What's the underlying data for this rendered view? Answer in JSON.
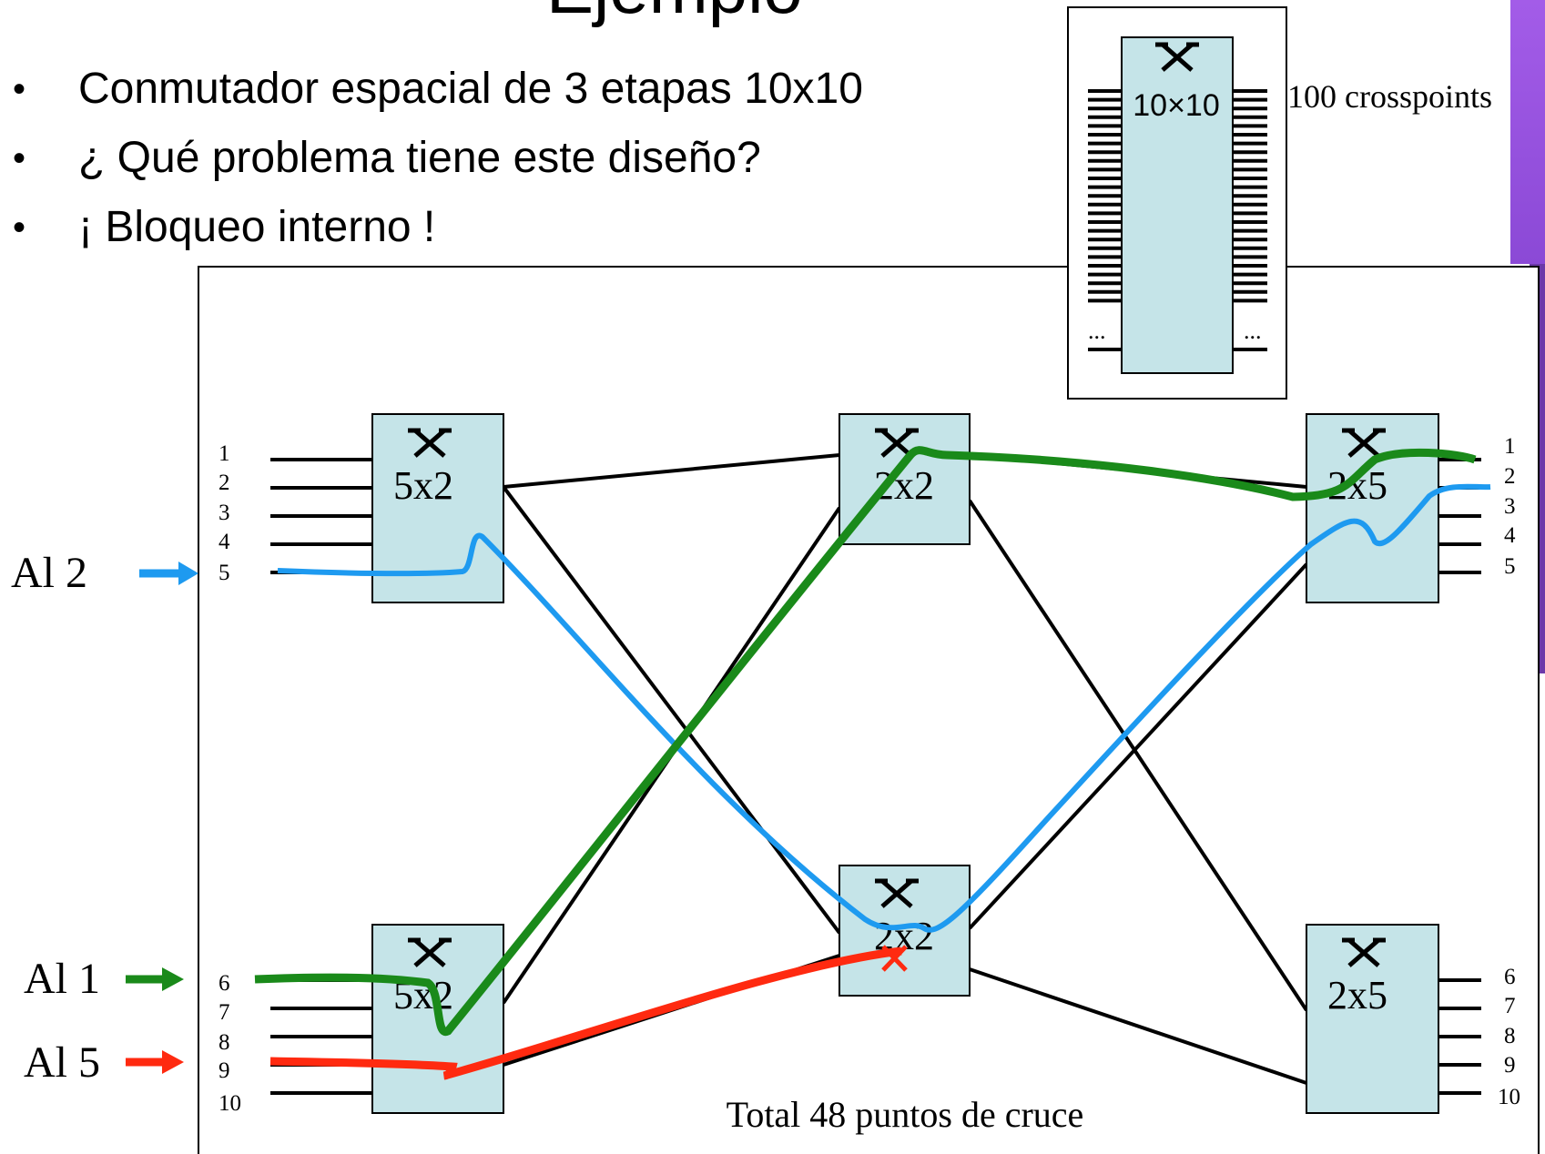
{
  "title": "Ejemplo",
  "bullets": [
    "Conmutador espacial de 3 etapas 10x10",
    "¿ Qué problema tiene este diseño?",
    "¡ Bloqueo interno !"
  ],
  "inset": {
    "switch_label": "10×10",
    "crosspoints_label": "100 crosspoints",
    "ellipsis": "..."
  },
  "stages": {
    "stage1": [
      "5x2",
      "5x2"
    ],
    "stage2": [
      "2x2",
      "2x2"
    ],
    "stage3": [
      "2x5",
      "2x5"
    ]
  },
  "input_numbers": [
    "1",
    "2",
    "3",
    "4",
    "5",
    "6",
    "7",
    "8",
    "9",
    "10"
  ],
  "output_numbers": [
    "1",
    "2",
    "3",
    "4",
    "5",
    "6",
    "7",
    "8",
    "9",
    "10"
  ],
  "arrows": [
    {
      "label": "Al 2",
      "color": "#1e90ff"
    },
    {
      "label": "Al 1",
      "color": "#1a8a1a"
    },
    {
      "label": "Al 5",
      "color": "#ff2a10"
    }
  ],
  "total_label": "Total 48 puntos de cruce",
  "colors": {
    "box_fill": "#c5e4e8",
    "blue_path": "#1e9af0",
    "green_path": "#1a8a1a",
    "red_path": "#ff2a10",
    "accent": "#9b55e0"
  }
}
